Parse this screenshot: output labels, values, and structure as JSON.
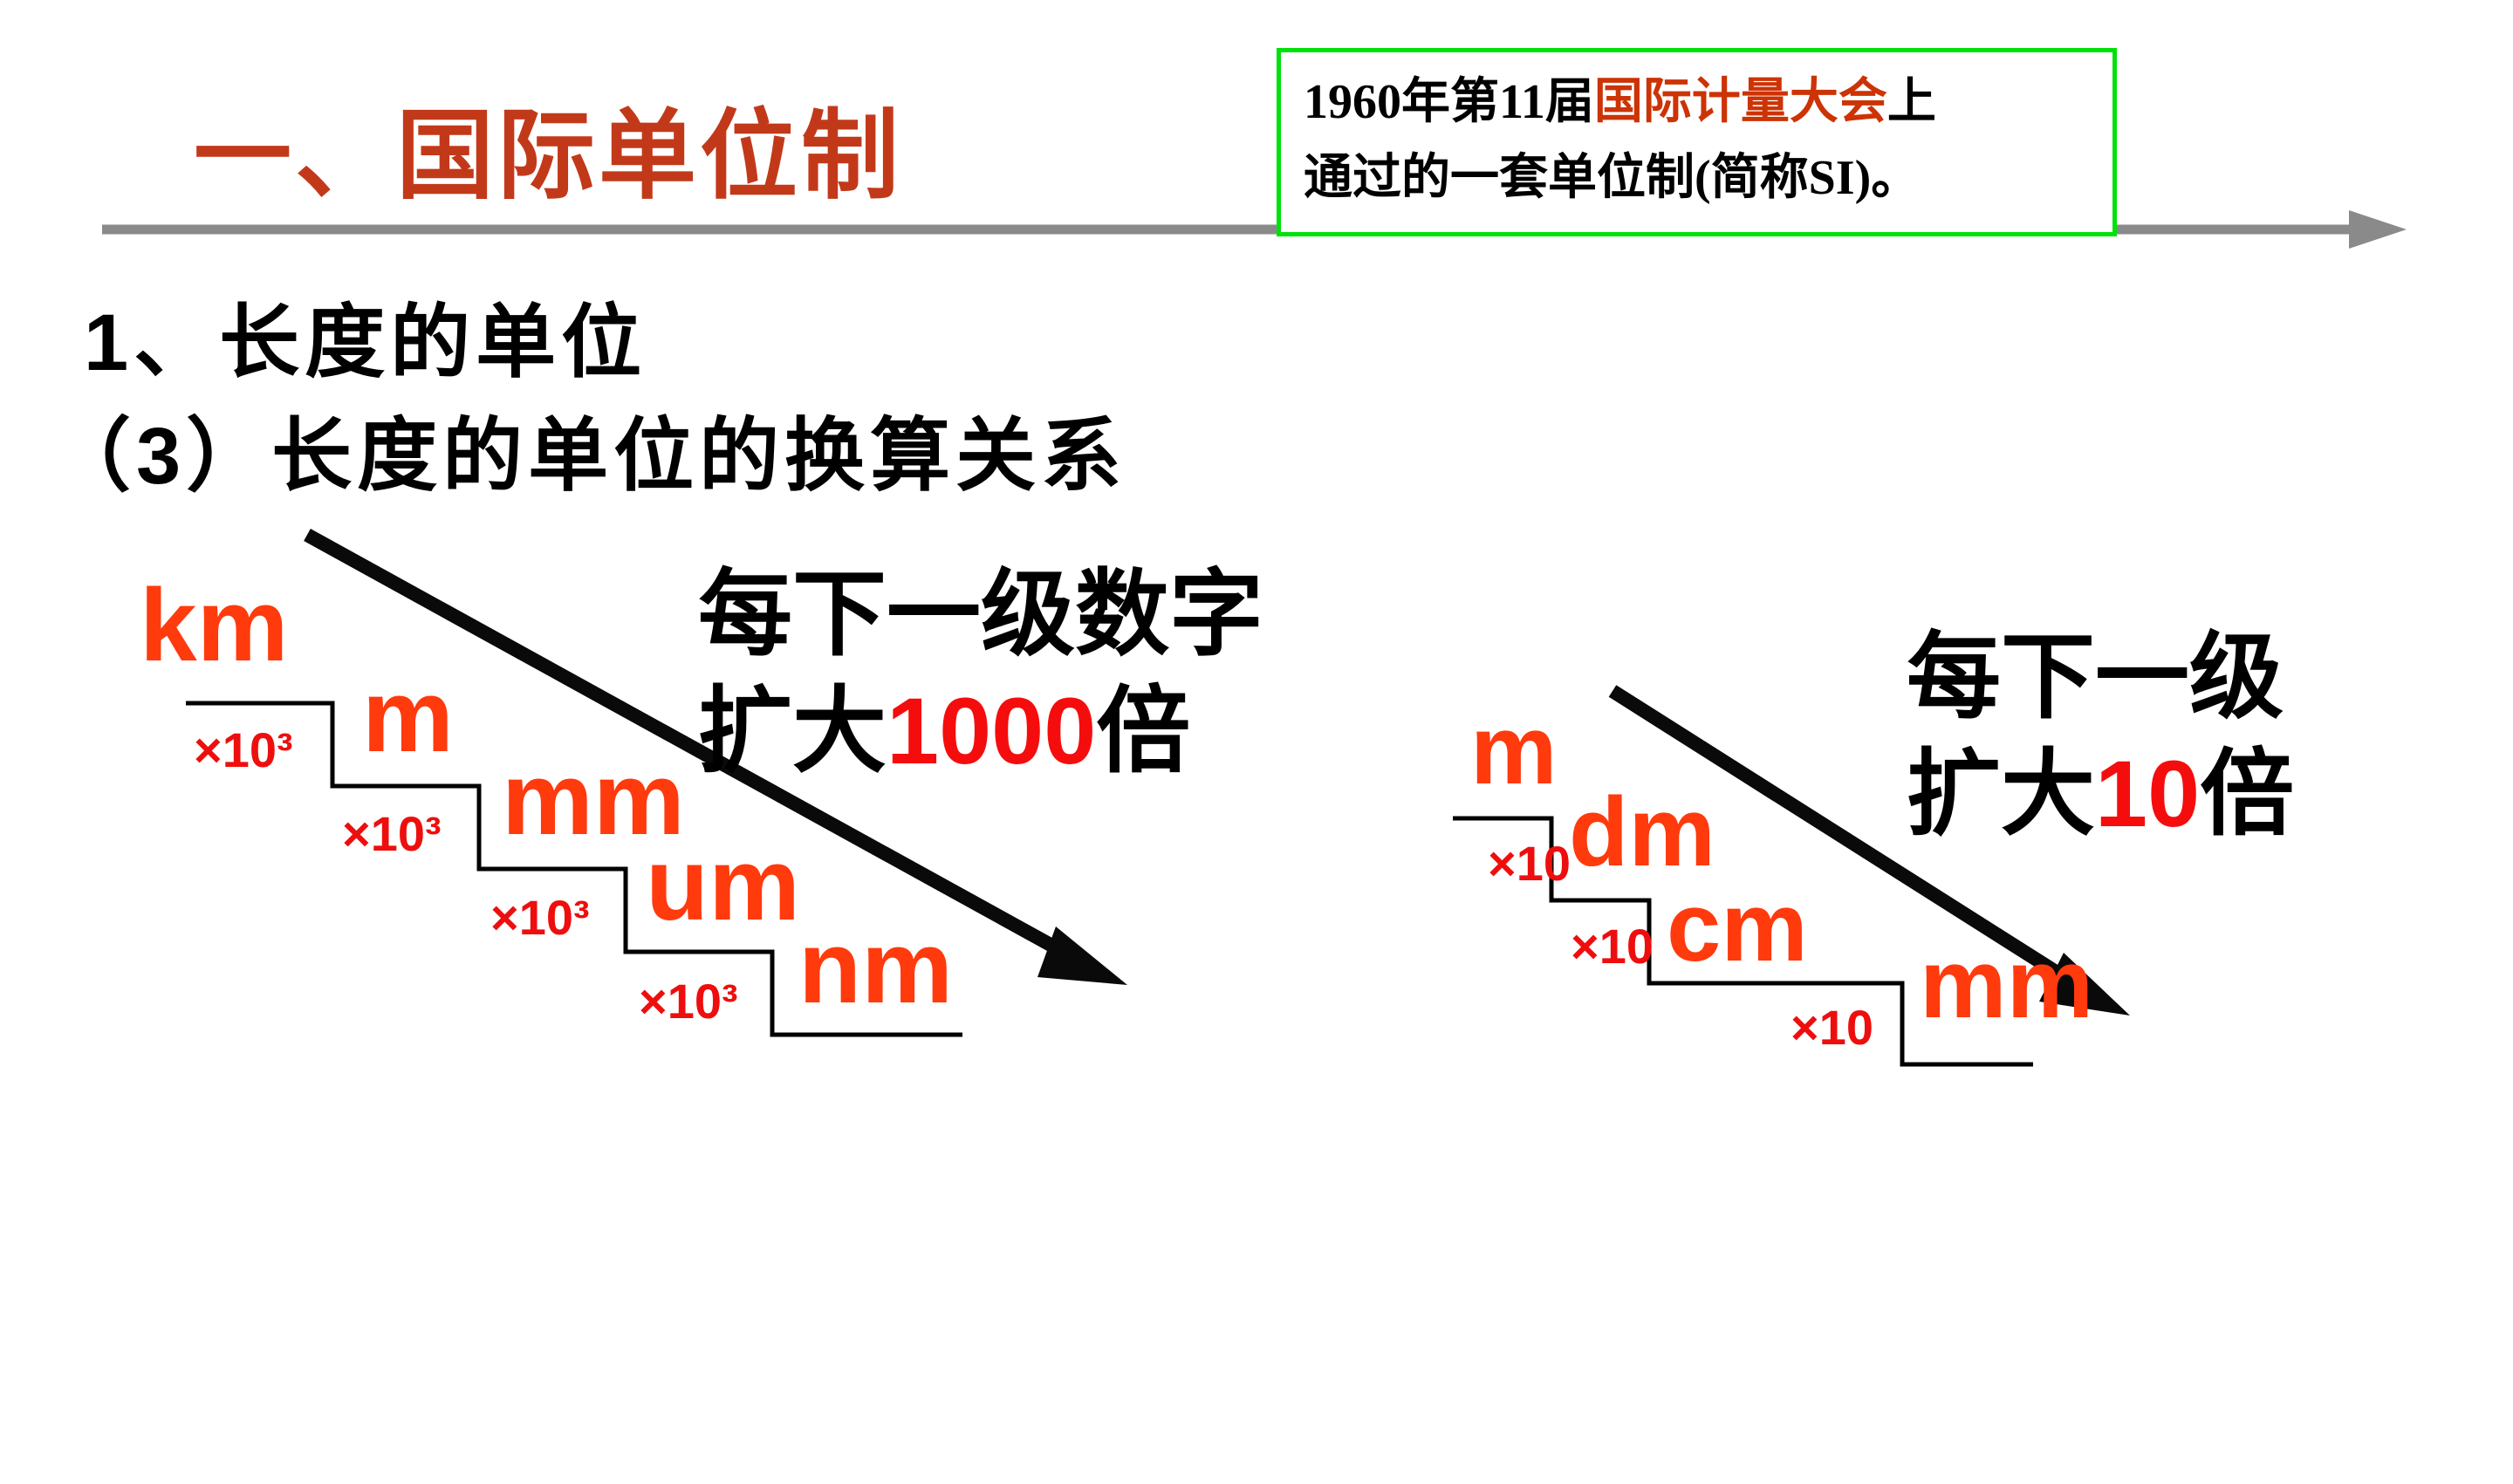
{
  "slide": {
    "title": "一、国际单位制",
    "note_box": {
      "line1_prefix": "1960年第11届",
      "line1_highlight": "国际计量大会",
      "line1_suffix": "上",
      "line2": "通过的一套单位制(简称SI)。"
    },
    "heading1": "1、长度的单位",
    "heading2": "（3）长度的单位的换算关系"
  },
  "left_diagram": {
    "units": [
      "km",
      "m",
      "mm",
      "um",
      "nm"
    ],
    "factors": [
      "×10³",
      "×10³",
      "×10³",
      "×10³"
    ],
    "caption_line1": "每下一级数字",
    "caption_line2_prefix": "扩大",
    "caption_line2_value": "1000",
    "caption_line2_suffix": "倍"
  },
  "right_diagram": {
    "units": [
      "m",
      "dm",
      "cm",
      "mm"
    ],
    "factors": [
      "×10",
      "×10",
      "×10"
    ],
    "caption_line1": "每下一级",
    "caption_line2_prefix": "扩大",
    "caption_line2_value": "10",
    "caption_line2_suffix": "倍"
  },
  "colors": {
    "title_red": "#C2391A",
    "highlight_red": "#CC3305",
    "unit_orange": "#FF3A0D",
    "factor_red": "#EE0E0E",
    "value_red": "#F50D0D",
    "box_border_green": "#00E10A",
    "divider_gray": "#8A8A8A",
    "text_black": "#000000"
  }
}
